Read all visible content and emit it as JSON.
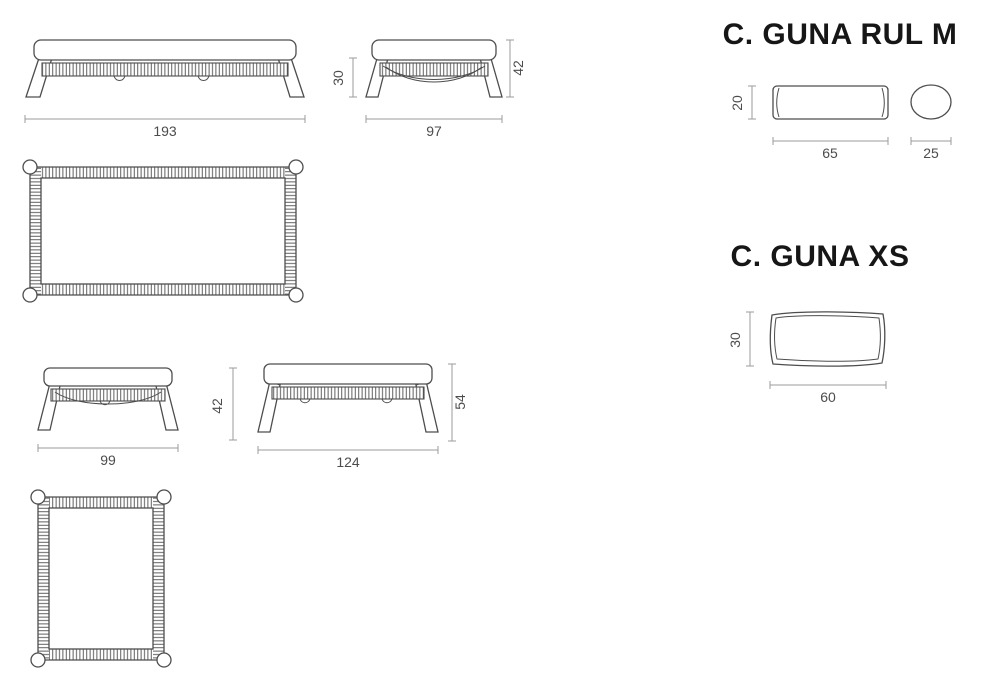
{
  "sections": {
    "guna_rul_m": {
      "title": "C. GUNA RUL M",
      "dims": {
        "length": "65",
        "height": "20",
        "diameter": "25"
      }
    },
    "guna_xs": {
      "title": "C. GUNA XS",
      "dims": {
        "width": "60",
        "height": "30"
      }
    }
  },
  "bench": {
    "large_front_width": "193",
    "side_width": "97",
    "side_band_height": "30",
    "side_total_height": "42",
    "small_front_width": "99",
    "small_height": "42",
    "medium_front_width": "124",
    "medium_height": "54"
  }
}
